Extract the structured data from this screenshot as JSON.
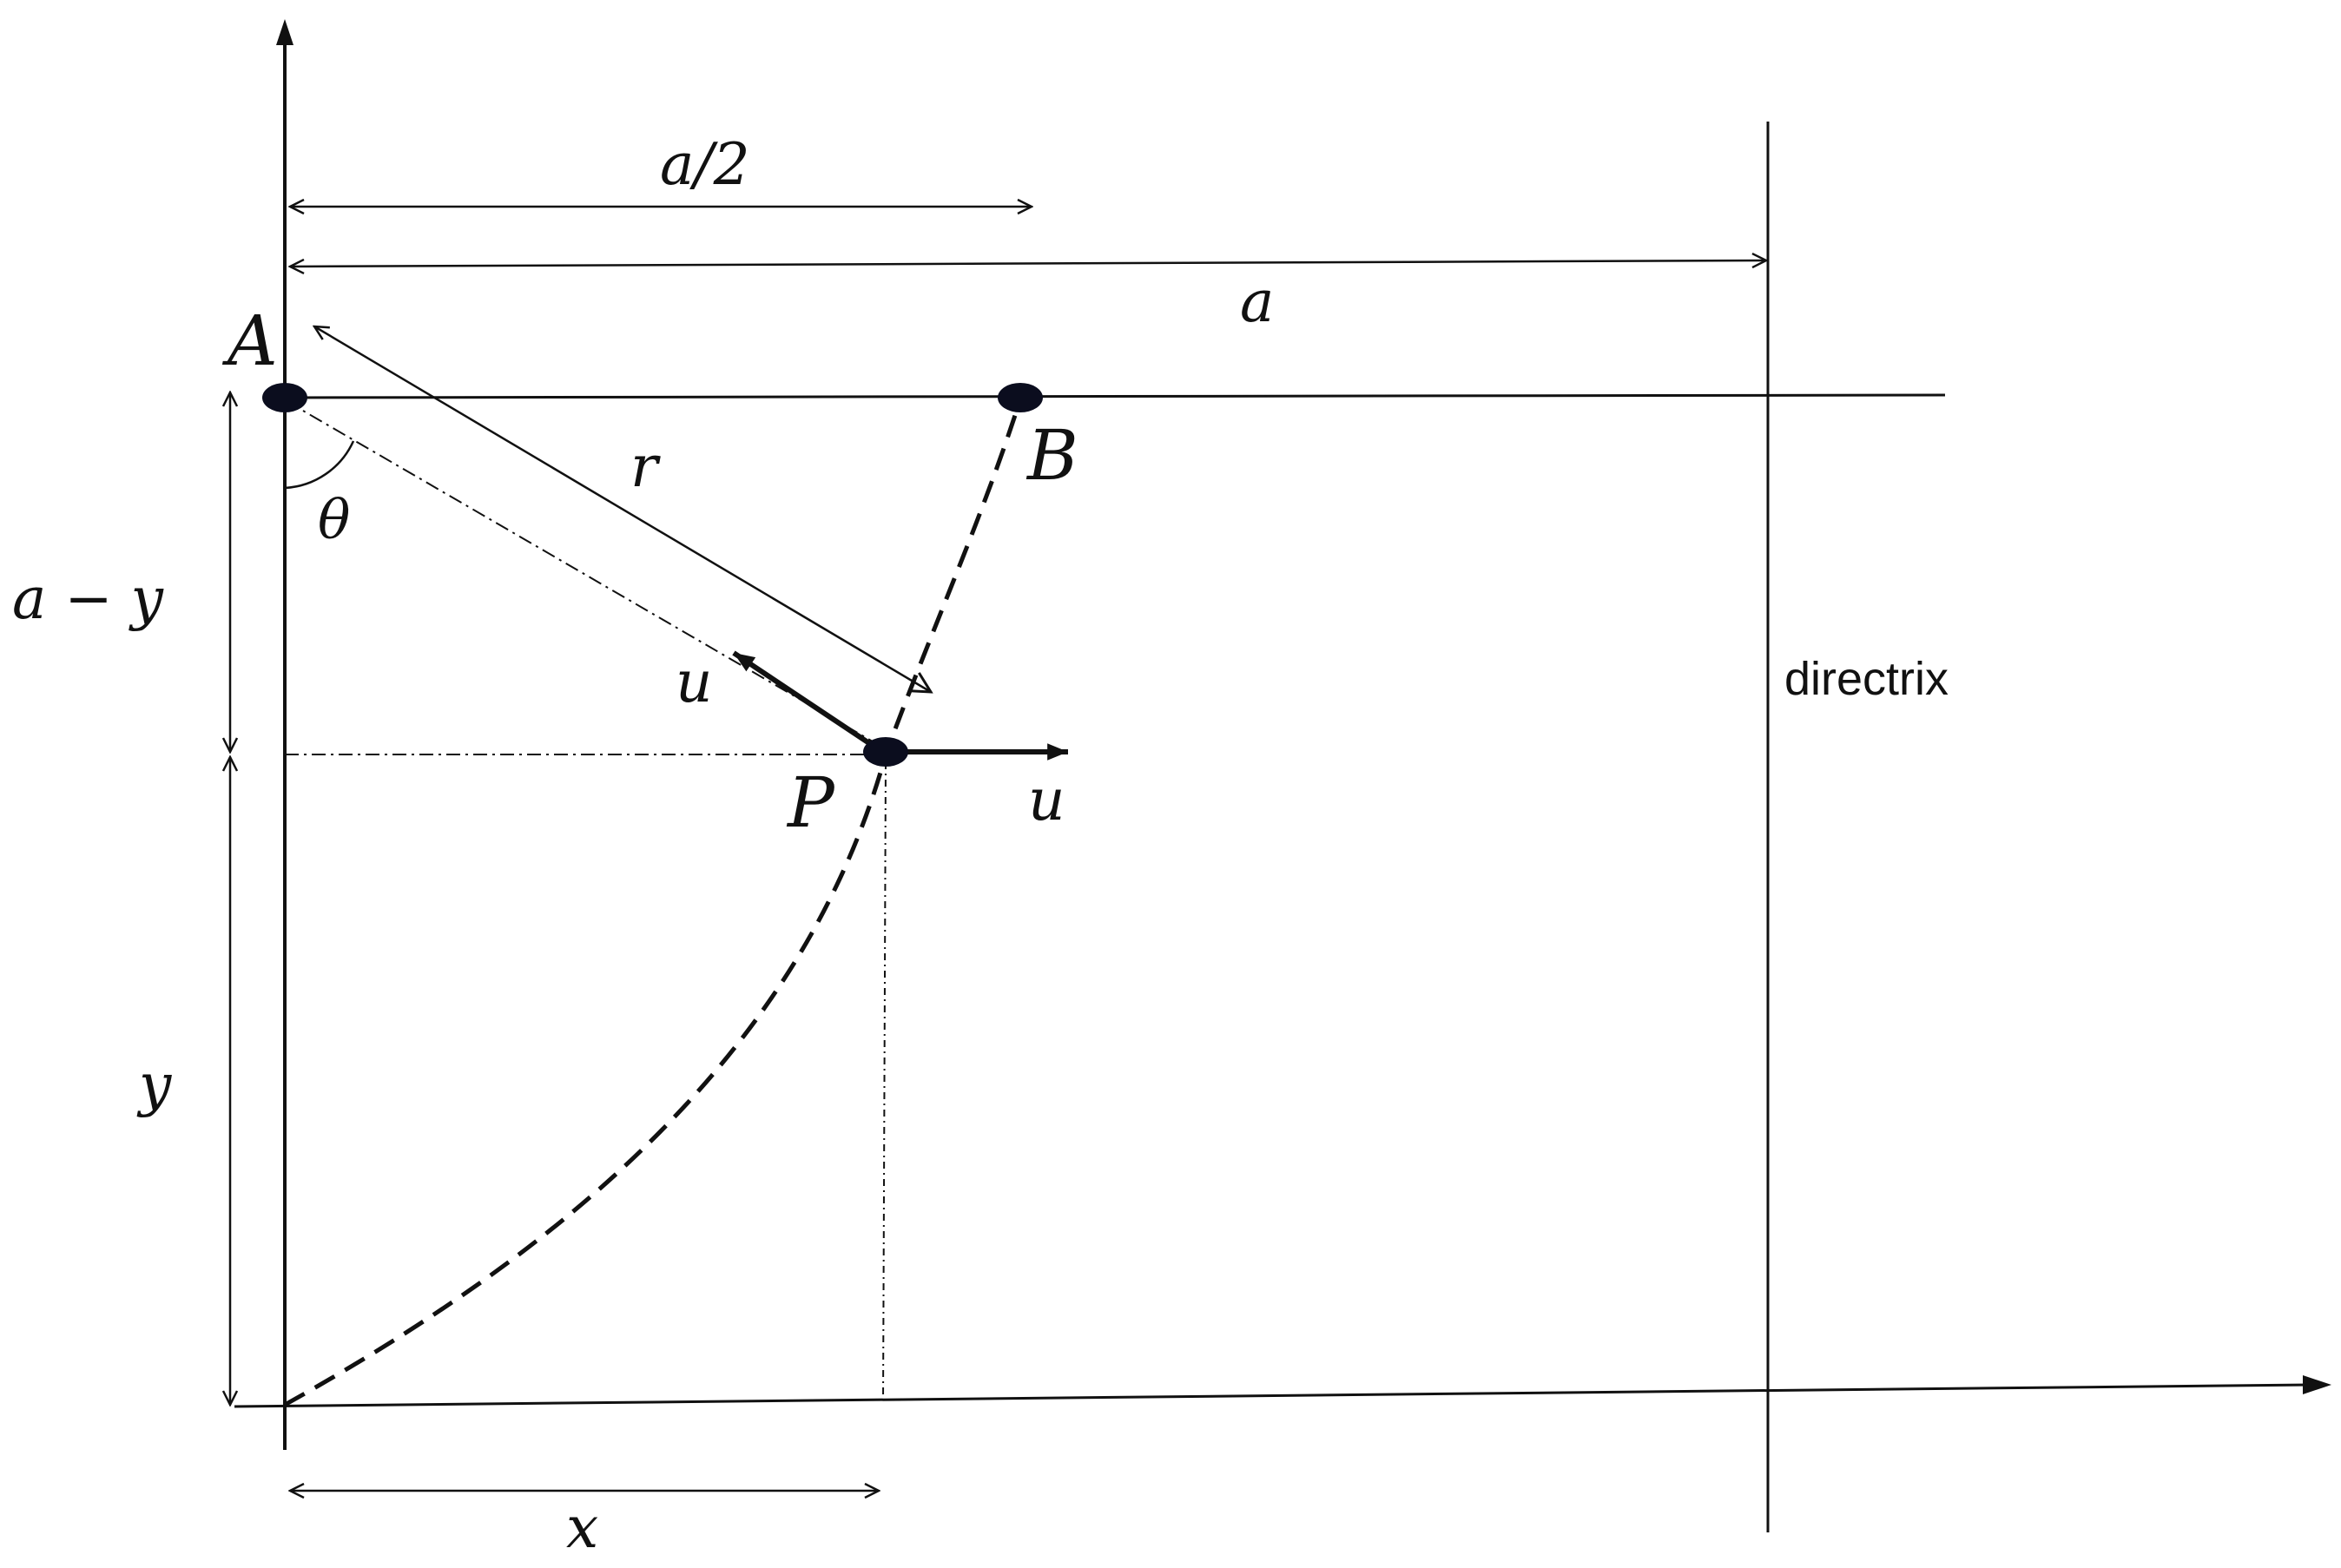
{
  "labels": {
    "point_a": "A",
    "point_b": "B",
    "point_p": "P",
    "dim_half_a": "a/2",
    "dim_a": "a",
    "dim_r": "r",
    "angle_theta": "θ",
    "dim_a_minus_y": "a − y",
    "dim_y": "y",
    "dim_x": "x",
    "velocity_toward_a": "u",
    "velocity_horizontal": "u",
    "directrix": "directrix"
  },
  "colors": {
    "ink": "#111111",
    "point_fill": "#0b0d1e",
    "background": "#ffffff"
  }
}
